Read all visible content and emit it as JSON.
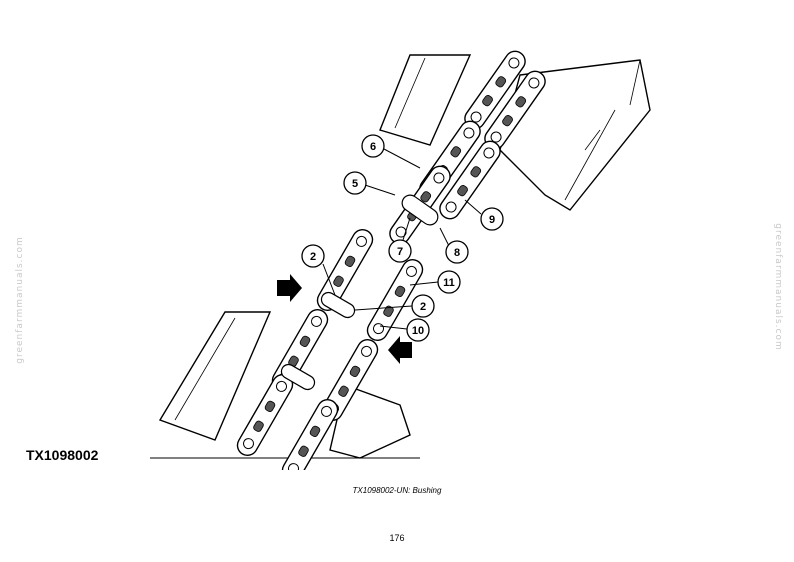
{
  "watermark": {
    "left": "greenfarmmanuals.com",
    "right": "greenfarmmanuals.com"
  },
  "figure": {
    "id": "TX1098002",
    "caption": "TX1098002-UN: Bushing",
    "callouts": [
      "2",
      "2",
      "5",
      "6",
      "7",
      "8",
      "9",
      "10",
      "11"
    ]
  },
  "page": {
    "number": "176"
  }
}
